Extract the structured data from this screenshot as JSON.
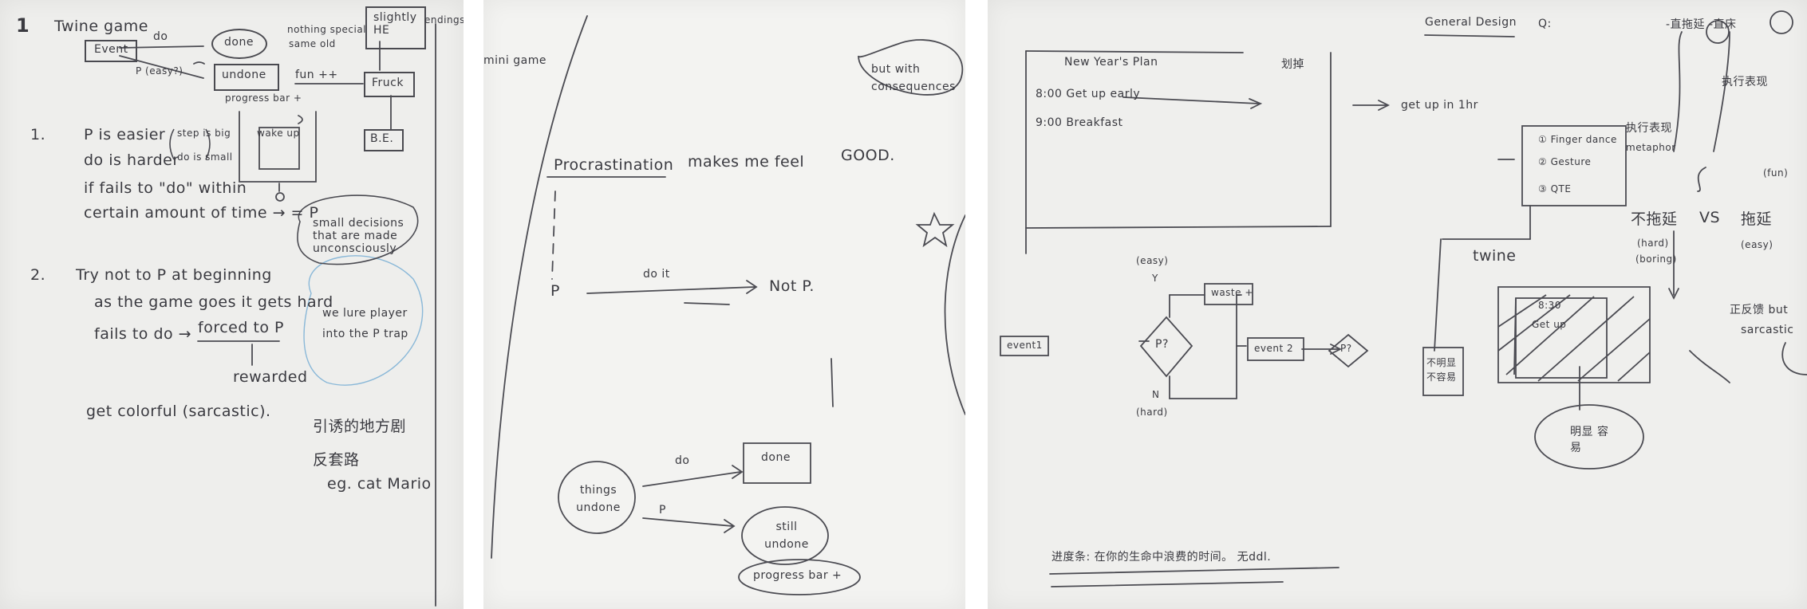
{
  "sheet1": {
    "title": "Twine game",
    "event": "Event",
    "do": "do",
    "done": "done",
    "nothing_special": "nothing special",
    "same_old": "same old",
    "slightly_he": "slightly HE",
    "endings": "endings",
    "p_easy": "P (easy?)",
    "undone": "undone",
    "progress_bar": "progress bar +",
    "fun": "fun ++",
    "fruck": "Fruck",
    "be": "B.E.",
    "n1": "1.",
    "n1_line1": "P is easier",
    "n1_line2": "do is harder",
    "n1_note1": "step is big",
    "n1_note2": "do is small",
    "n1_note3": "wake up",
    "n1_line3": "if fails to \"do\" within",
    "n1_line4": "certain amount of time → = P",
    "small_decisions": "small decisions that are made unconsciously",
    "n2": "2.",
    "n2_line1": "Try not to P at beginning",
    "n2_line2": "as the game goes it gets hard",
    "n2_line3": "fails to do →",
    "forced": "forced to P",
    "rewarded": "rewarded",
    "colorful": "get colorful (sarcastic).",
    "lure": "we lure player into the P trap",
    "cn1": "引诱的地方剧",
    "cn2": "反套路",
    "mario": "eg. cat Mario"
  },
  "sheet2": {
    "corner": "mini game",
    "bubble": "but with consequences",
    "headline1": "Procrastination",
    "headline2": "makes me feel",
    "headline3": "GOOD.",
    "p": "P",
    "do_it": "do it",
    "not_p": "Not P.",
    "things_undone": "things undone",
    "do": "do",
    "done": "done",
    "p2": "P",
    "still_undone": "still undone",
    "progress_bar": "progress bar +"
  },
  "sheet3": {
    "general_design": "General Design",
    "q": "Q:",
    "q_cn": "-直拖延 -直床",
    "plan_title": "New Year's Plan",
    "plan_cn": "划掉",
    "plan_item1": "8:00 Get up early",
    "plan_item2": "9:00 Breakfast",
    "get_up": "get up in 1hr",
    "opt1": "① Finger dance",
    "opt2": "② Gesture",
    "opt3": "③ QTE",
    "metaphor": "metaphor",
    "cn_behavior1": "执行表现",
    "cn_behavior2": "执行表现",
    "fun": "(fun)",
    "no_delay": "不拖延",
    "vs": "VS",
    "delay": "拖延",
    "hard": "(hard)",
    "boring": "(boring)",
    "easy": "(easy)",
    "sarcastic_cn": "正反馈 but",
    "sarcastic": "sarcastic",
    "twine": "twine",
    "phone_time": "8:30",
    "phone_text": "Get up",
    "easy_label": "(easy)",
    "y": "Y",
    "waste": "waste +",
    "event1": "event1",
    "pq": "P?",
    "event2": "event 2",
    "pq2": "P?",
    "n": "N",
    "hard_label": "(hard)",
    "cn_box": "不明显 不容易",
    "cn_circle": "明显 容易",
    "progress": "进度条: 在你的生命中浪费的时间。 无ddl."
  }
}
